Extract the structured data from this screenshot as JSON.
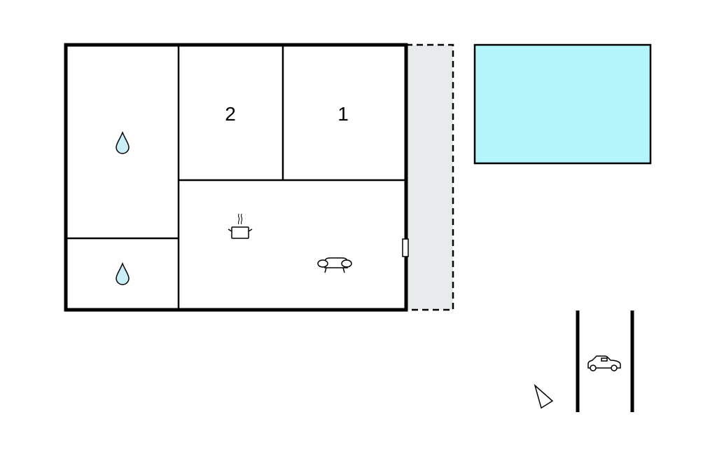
{
  "plan": {
    "rooms": [
      {
        "id": "bedroom-2",
        "label": "2"
      },
      {
        "id": "bedroom-1",
        "label": "1"
      }
    ],
    "icons": [
      "bathroom-drop-icon",
      "bathroom-drop-icon",
      "kitchen-pot-icon",
      "sofa-icon",
      "car-icon",
      "north-arrow-icon"
    ],
    "colors": {
      "pool": "#b3f5fb",
      "terrace": "#e8ebeb",
      "drop": "#c8eef8",
      "wall": "#000000"
    }
  }
}
